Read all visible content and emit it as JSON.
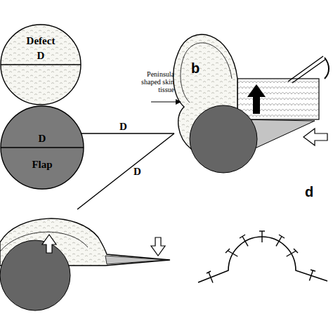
{
  "diagram": {
    "nodes": [
      {
        "text": [
          "Defect",
          "D"
        ]
      },
      {
        "text": [
          "D",
          "Flap"
        ]
      }
    ],
    "labels": [
      "D",
      "D",
      "b",
      "Peninsula shaped skin tissue",
      "d"
    ]
  }
}
